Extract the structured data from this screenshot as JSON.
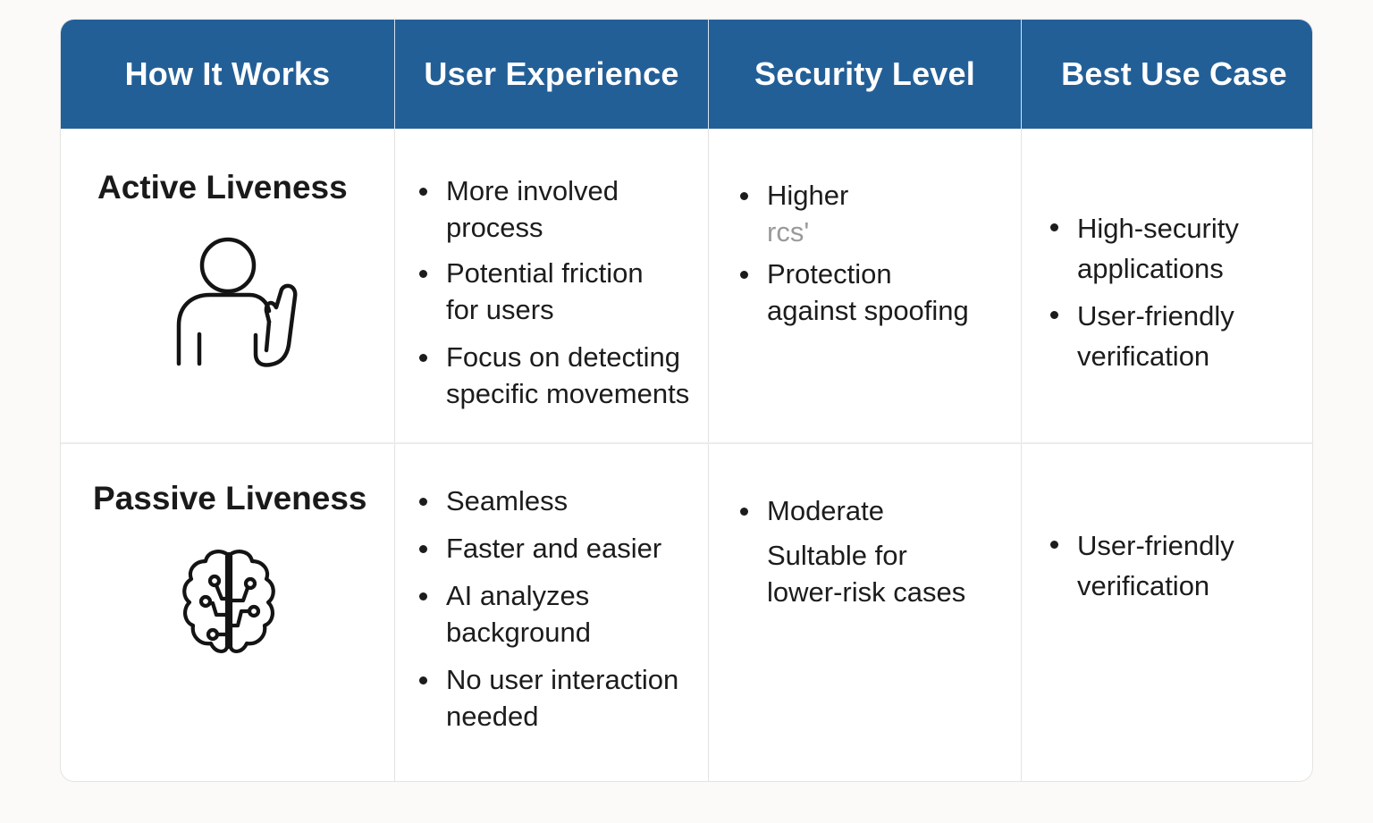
{
  "table": {
    "headers": [
      {
        "label": "How It Works"
      },
      {
        "label": "User Experience"
      },
      {
        "label": "Security Level"
      },
      {
        "label": "Best Use Case"
      }
    ],
    "colors": {
      "header_bg": "#235f97",
      "header_text": "#ffffff",
      "page_bg": "#fbfaf8",
      "body_bg": "#ffffff"
    },
    "rows": [
      {
        "label": "Active Liveness",
        "icon": "person-raising-hand-icon",
        "user_experience": [
          {
            "line1": "More involved",
            "line2": "process"
          },
          {
            "line1": "Potential friction",
            "line2": "for users"
          },
          {
            "line1": "Focus on detecting",
            "line2": "specific movements"
          }
        ],
        "security_level": [
          {
            "line1": "Higher",
            "line2": "rcs'"
          },
          {
            "line1": "Protection",
            "line2": "against spoofing"
          }
        ],
        "best_use_case": [
          {
            "line1": "High-security",
            "line2": "applications"
          },
          {
            "line1": "User-friendly",
            "line2": "verification"
          }
        ]
      },
      {
        "label": "Passive Liveness",
        "icon": "ai-brain-circuit-icon",
        "user_experience": [
          {
            "line1": "Seamless"
          },
          {
            "line1": "Faster and easier"
          },
          {
            "line1": "AI analyzes",
            "line2": "background"
          },
          {
            "line1": "No user interaction",
            "line2": "needed"
          }
        ],
        "security_level": [
          {
            "line1": "Moderate"
          },
          {
            "line1": "Sultable for",
            "line2": "lower-risk cases"
          }
        ],
        "best_use_case": [
          {
            "line1": "User-friendly",
            "line2": "verification"
          }
        ]
      }
    ]
  }
}
